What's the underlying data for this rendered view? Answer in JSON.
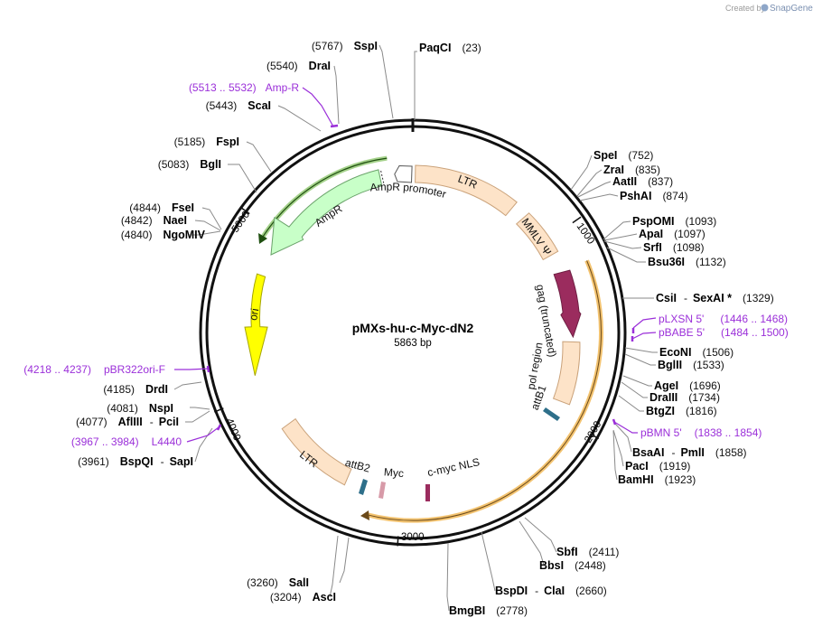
{
  "title": "pMXs-hu-c-Myc-dN2",
  "length_label": "5863 bp",
  "total_bp": 5863,
  "credit": {
    "prefix": "Created by",
    "brand": "SnapGene"
  },
  "ticks": [
    {
      "bp": 1000,
      "label": "1000"
    },
    {
      "bp": 2000,
      "label": "2000"
    },
    {
      "bp": 3000,
      "label": "3000"
    },
    {
      "bp": 4000,
      "label": "4000"
    },
    {
      "bp": 5000,
      "label": "5000"
    }
  ],
  "sites": [
    {
      "id": "paqci",
      "parts": [
        {
          "name": "PaqCI",
          "pos": "(23)"
        }
      ]
    },
    {
      "id": "spei",
      "parts": [
        {
          "name": "SpeI",
          "pos": "(752)"
        }
      ]
    },
    {
      "id": "zrai",
      "parts": [
        {
          "name": "ZraI",
          "pos": "(835)"
        }
      ]
    },
    {
      "id": "aatii",
      "parts": [
        {
          "name": "AatII",
          "pos": "(837)"
        }
      ]
    },
    {
      "id": "pshai",
      "parts": [
        {
          "name": "PshAI",
          "pos": "(874)"
        }
      ]
    },
    {
      "id": "pspomi",
      "parts": [
        {
          "name": "PspOMI",
          "pos": "(1093)"
        }
      ]
    },
    {
      "id": "apai",
      "parts": [
        {
          "name": "ApaI",
          "pos": "(1097)"
        }
      ]
    },
    {
      "id": "srfi",
      "parts": [
        {
          "name": "SrfI",
          "pos": "(1098)"
        }
      ]
    },
    {
      "id": "bsu36i",
      "parts": [
        {
          "name": "Bsu36I",
          "pos": "(1132)"
        }
      ]
    },
    {
      "id": "csii",
      "parts": [
        {
          "name": "CsiI"
        },
        {
          "name": "SexAI *",
          "pos": "(1329)"
        }
      ]
    },
    {
      "id": "econi",
      "parts": [
        {
          "name": "EcoNI",
          "pos": "(1506)"
        }
      ]
    },
    {
      "id": "bglii",
      "parts": [
        {
          "name": "BglII",
          "pos": "(1533)"
        }
      ]
    },
    {
      "id": "agei",
      "parts": [
        {
          "name": "AgeI",
          "pos": "(1696)"
        }
      ]
    },
    {
      "id": "draiii",
      "parts": [
        {
          "name": "DraIII",
          "pos": "(1734)"
        }
      ]
    },
    {
      "id": "btgzi",
      "parts": [
        {
          "name": "BtgZI",
          "pos": "(1816)"
        }
      ]
    },
    {
      "id": "bsaai",
      "parts": [
        {
          "name": "BsaAI"
        },
        {
          "name": "PmlI",
          "pos": "(1858)"
        }
      ]
    },
    {
      "id": "paci",
      "parts": [
        {
          "name": "PacI",
          "pos": "(1919)"
        }
      ]
    },
    {
      "id": "bamhi",
      "parts": [
        {
          "name": "BamHI",
          "pos": "(1923)"
        }
      ]
    },
    {
      "id": "sbfi",
      "parts": [
        {
          "name": "SbfI",
          "pos": "(2411)"
        }
      ]
    },
    {
      "id": "bbsi",
      "parts": [
        {
          "name": "BbsI",
          "pos": "(2448)"
        }
      ]
    },
    {
      "id": "bspdi",
      "parts": [
        {
          "name": "BspDI"
        },
        {
          "name": "ClaI",
          "pos": "(2660)"
        }
      ]
    },
    {
      "id": "bmgbi",
      "parts": [
        {
          "name": "BmgBI",
          "pos": "(2778)"
        }
      ]
    },
    {
      "id": "asci",
      "parts": [
        {
          "pos": "(3204)",
          "name": "AscI"
        }
      ]
    },
    {
      "id": "sali",
      "parts": [
        {
          "pos": "(3260)",
          "name": "SalI"
        }
      ]
    },
    {
      "id": "bspqi",
      "parts": [
        {
          "pos": "(3961)",
          "name": "BspQI"
        },
        {
          "name": "SapI"
        }
      ]
    },
    {
      "id": "afliii",
      "parts": [
        {
          "pos": "(4077)",
          "name": "AflIII"
        },
        {
          "name": "PciI"
        }
      ]
    },
    {
      "id": "nspi",
      "parts": [
        {
          "pos": "(4081)",
          "name": "NspI"
        }
      ]
    },
    {
      "id": "drdi",
      "parts": [
        {
          "pos": "(4185)",
          "name": "DrdI"
        }
      ]
    },
    {
      "id": "ngomiv",
      "parts": [
        {
          "pos": "(4840)",
          "name": "NgoMIV"
        }
      ]
    },
    {
      "id": "naei",
      "parts": [
        {
          "pos": "(4842)",
          "name": "NaeI"
        }
      ]
    },
    {
      "id": "fsei",
      "parts": [
        {
          "pos": "(4844)",
          "name": "FseI"
        }
      ]
    },
    {
      "id": "bgli",
      "parts": [
        {
          "pos": "(5083)",
          "name": "BglI"
        }
      ]
    },
    {
      "id": "fspi",
      "parts": [
        {
          "pos": "(5185)",
          "name": "FspI"
        }
      ]
    },
    {
      "id": "scai",
      "parts": [
        {
          "pos": "(5443)",
          "name": "ScaI"
        }
      ]
    },
    {
      "id": "drai",
      "parts": [
        {
          "pos": "(5540)",
          "name": "DraI"
        }
      ]
    },
    {
      "id": "sspi",
      "parts": [
        {
          "pos": "(5767)",
          "name": "SspI"
        }
      ]
    }
  ],
  "primers": [
    {
      "id": "plxsn",
      "name": "pLXSN 5'",
      "range": "(1446 .. 1468)"
    },
    {
      "id": "pbabe",
      "name": "pBABE 5'",
      "range": "(1484 .. 1500)"
    },
    {
      "id": "pbmn",
      "name": "pBMN 5'",
      "range": "(1838 .. 1854)"
    },
    {
      "id": "l4440",
      "range": "(3967 .. 3984)",
      "name": "L4440"
    },
    {
      "id": "pbr322",
      "range": "(4218 .. 4237)",
      "name": "pBR322ori-F"
    },
    {
      "id": "ampr",
      "range": "(5513 .. 5532)",
      "name": "Amp-R"
    }
  ],
  "features": [
    {
      "id": "ltr-1",
      "label": "LTR",
      "color": "#fde3c8",
      "stroke": "#caa27a"
    },
    {
      "id": "mmlv",
      "label": "MMLV Ψ",
      "color": "#fde3c8",
      "stroke": "#caa27a"
    },
    {
      "id": "gag",
      "label": "gag (truncated)",
      "color": "#9b2c5e",
      "stroke": "#6e1e42"
    },
    {
      "id": "pol",
      "label": "pol region",
      "color": "#fde3c8",
      "stroke": "#caa27a"
    },
    {
      "id": "attb1",
      "label": "attB1",
      "color": "#2e6f8a"
    },
    {
      "id": "ltr-2",
      "label": "LTR",
      "color": "#fde3c8",
      "stroke": "#caa27a"
    },
    {
      "id": "attb2",
      "label": "attB2",
      "color": "#2e6f8a"
    },
    {
      "id": "myc",
      "label": "Myc",
      "color": "#d79aa8"
    },
    {
      "id": "cmyc-nls",
      "label": "c-myc NLS",
      "color": "#9b2c5e"
    },
    {
      "id": "ori",
      "label": "ori",
      "color": "#ffff00",
      "stroke": "#a5a500"
    },
    {
      "id": "ampr",
      "label": "AmpR",
      "color": "#c8ffc8",
      "stroke": "#6aa36a"
    },
    {
      "id": "ampr-promoter",
      "label": "AmpR promoter",
      "color": "#ffffff",
      "stroke": "#555555"
    }
  ],
  "colors": {
    "backbone": "#111111",
    "primer": "#9b30d9",
    "leader": "#8a8a8a",
    "insert_highlight": "#f0b44c",
    "ampr_highlight": "#2f7a1c"
  }
}
